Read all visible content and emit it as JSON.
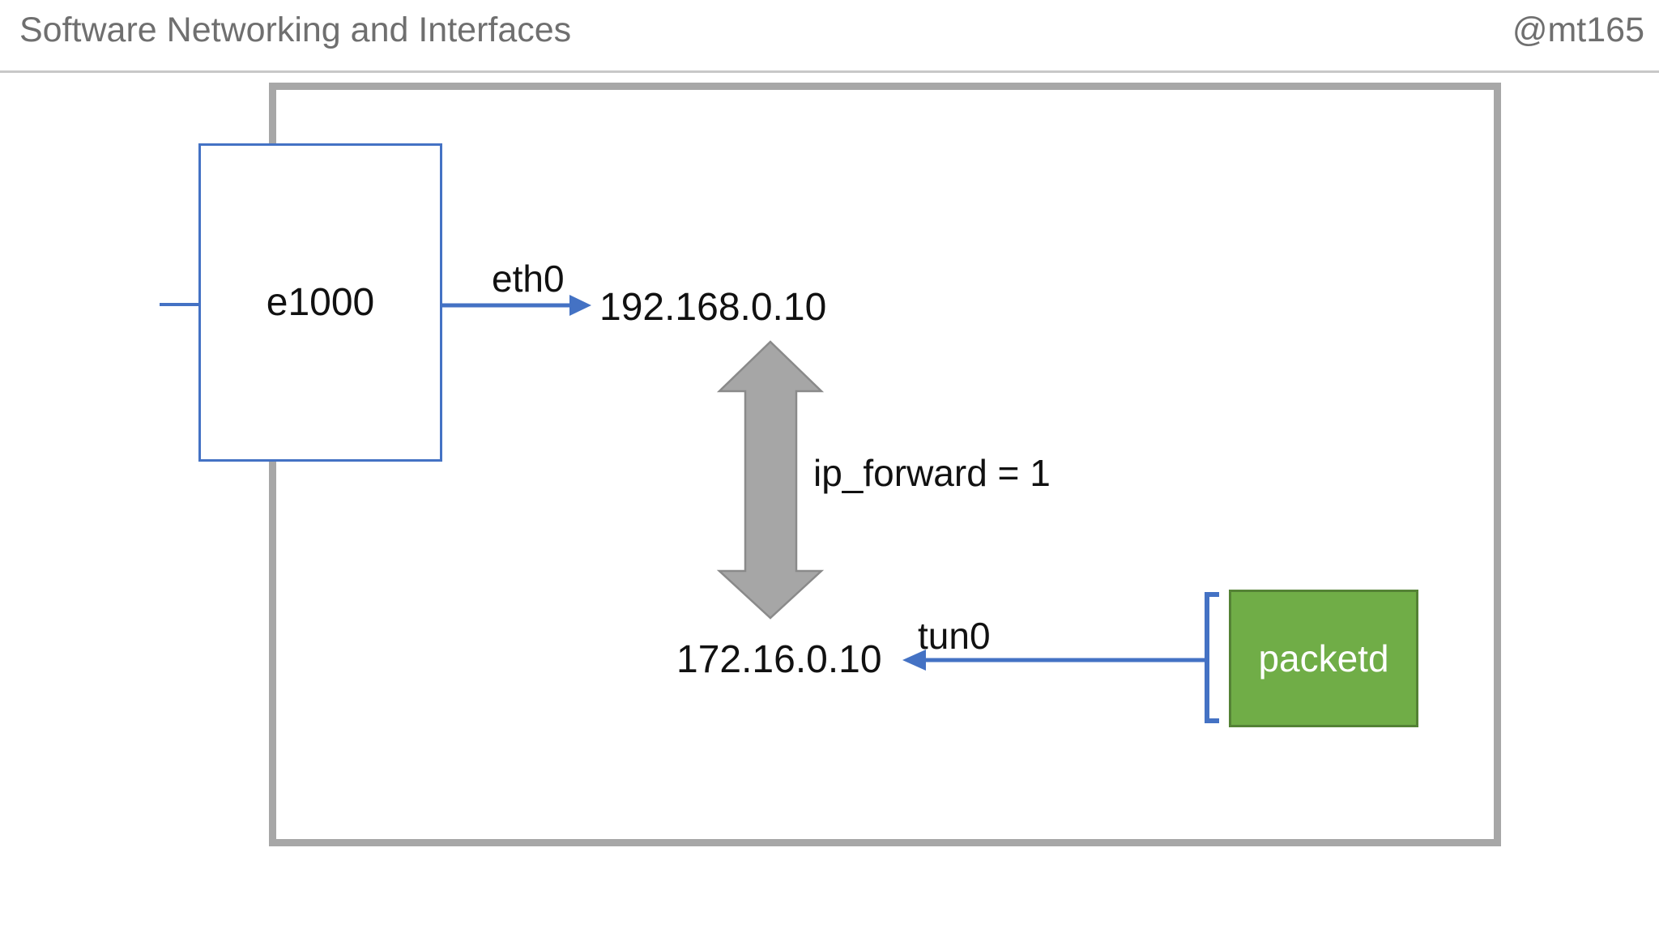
{
  "header": {
    "title": "Software Networking and Interfaces",
    "author_handle": "@mt165"
  },
  "diagram": {
    "nic": {
      "label": "e1000"
    },
    "interfaces": {
      "eth0": {
        "name": "eth0",
        "ip": "192.168.0.10"
      },
      "tun0": {
        "name": "tun0",
        "ip": "172.16.0.10"
      }
    },
    "forwarding": {
      "label": "ip_forward = 1"
    },
    "daemon": {
      "label": "packetd"
    },
    "colors": {
      "accent_blue": "#4472C4",
      "green_fill": "#70AD47",
      "green_border": "#548235",
      "gray_arrow_fill": "#A6A6A6",
      "gray_arrow_outline": "#8A8A8A",
      "host_border_gray": "#A7A7A7",
      "header_text_gray": "#6F6F6F",
      "divider_gray": "#C8C8C8"
    }
  }
}
